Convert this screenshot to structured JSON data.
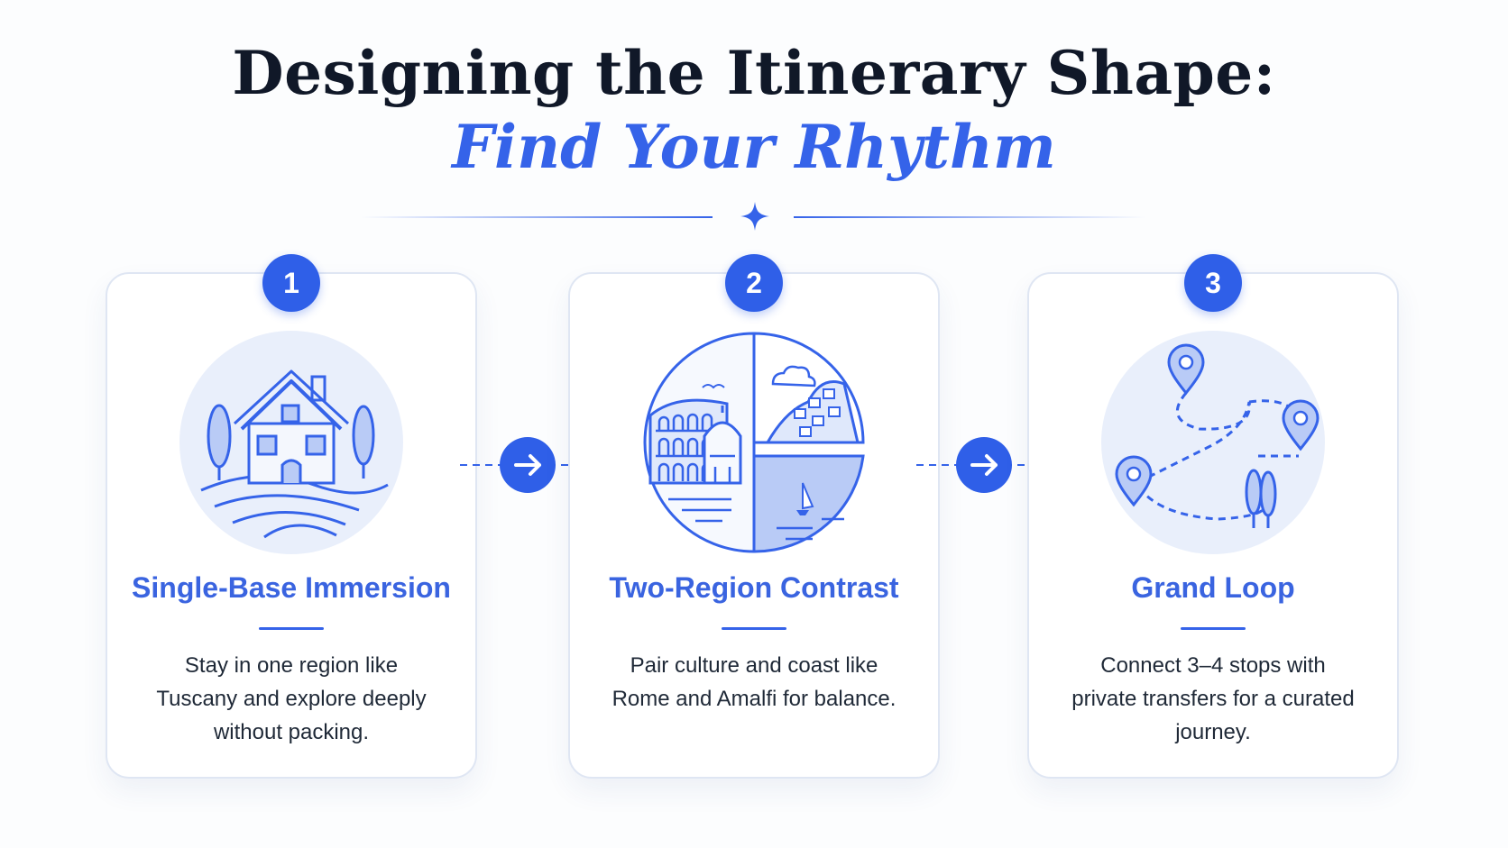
{
  "header": {
    "title_line1": "Designing the Itinerary Shape:",
    "title_line2": "Find Your Rhythm"
  },
  "colors": {
    "accent": "#3563e9",
    "title": "#101828",
    "card_border": "#dfe6f3",
    "circle_bg": "#e9effb"
  },
  "steps": [
    {
      "number": "1",
      "title": "Single-Base Immersion",
      "description": "Stay in one region like Tuscany and explore deeply without packing.",
      "icon": "house-countryside-icon"
    },
    {
      "number": "2",
      "title": "Two-Region Contrast",
      "description": "Pair culture and coast like Rome and Amalfi for balance.",
      "icon": "colosseum-coast-icon"
    },
    {
      "number": "3",
      "title": "Grand Loop",
      "description": "Connect 3–4 stops with private transfers for a curated journey.",
      "icon": "map-route-pins-icon"
    }
  ],
  "connectors": [
    {
      "icon": "arrow-right-icon"
    },
    {
      "icon": "arrow-right-icon"
    }
  ]
}
